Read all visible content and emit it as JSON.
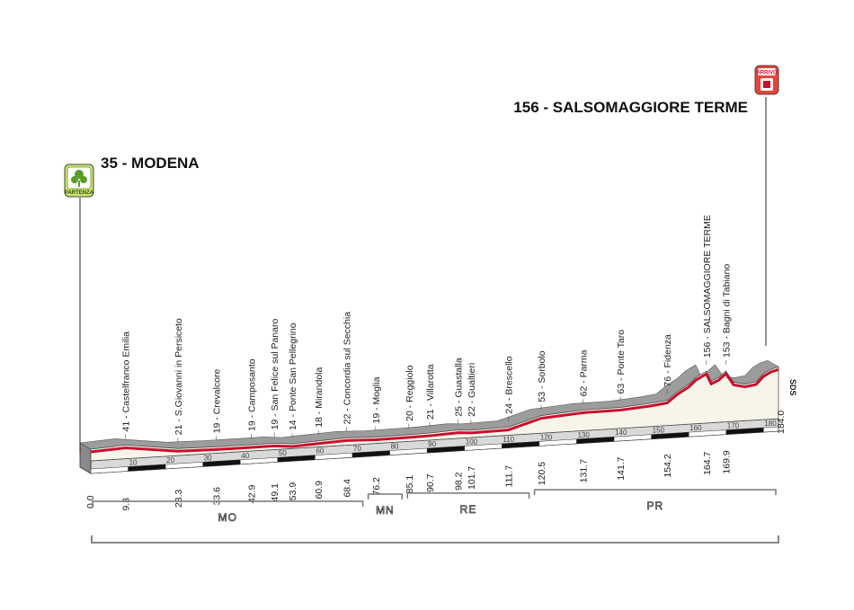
{
  "start": {
    "altitude": "35",
    "name": "MODENA",
    "badge": "PARTENZA"
  },
  "finish": {
    "altitude": "156",
    "name": "SALSOMAGGIORE TERME",
    "badge": "ARRIVO"
  },
  "side_label": "SDS",
  "total_km": 184.0,
  "start_km_label": "0.0",
  "end_km_label": "184.0",
  "distance_ticks": [
    10,
    20,
    30,
    40,
    50,
    60,
    70,
    80,
    90,
    100,
    110,
    120,
    130,
    140,
    150,
    160,
    170,
    180
  ],
  "towns": [
    {
      "label": "41 - Castelfranco Emilia",
      "km": 9.3,
      "km_label": "9.3"
    },
    {
      "label": "21 - S.Giovanni in Persiceto",
      "km": 23.3,
      "km_label": "23.3"
    },
    {
      "label": "19 - Crevalcore",
      "km": 33.6,
      "km_label": "33.6"
    },
    {
      "label": "19 - Camposanto",
      "km": 42.9,
      "km_label": "42.9"
    },
    {
      "label": "19 - San Felice sul Panaro",
      "km": 49.1,
      "km_label": "49.1"
    },
    {
      "label": "14 - Ponte San Pellegrino",
      "km": 53.9,
      "km_label": "53.9"
    },
    {
      "label": "18 - Mirandola",
      "km": 60.9,
      "km_label": "60.9"
    },
    {
      "label": "22 - Concordia sul Secchia",
      "km": 68.4,
      "km_label": "68.4"
    },
    {
      "label": "19 - Moglia",
      "km": 76.2,
      "km_label": "76.2"
    },
    {
      "label": "20 - Reggiolo",
      "km": 85.1,
      "km_label": "85.1"
    },
    {
      "label": "21 - Villarotta",
      "km": 90.7,
      "km_label": "90.7"
    },
    {
      "label": "25 - Guastalla",
      "km": 98.2,
      "km_label": "98.2"
    },
    {
      "label": "22 - Gualtieri",
      "km": 101.7,
      "km_label": "101.7"
    },
    {
      "label": "24 - Brescello",
      "km": 111.7,
      "km_label": "111.7"
    },
    {
      "label": "53 - Sorbolo",
      "km": 120.5,
      "km_label": "120.5"
    },
    {
      "label": "62 - Parma",
      "km": 131.7,
      "km_label": "131.7"
    },
    {
      "label": "63 - Ponte Taro",
      "km": 141.7,
      "km_label": "141.7"
    },
    {
      "label": "76 - Fidenza",
      "km": 154.2,
      "km_label": "154.2"
    },
    {
      "label": "156 - SALSOMAGGIORE TERME",
      "km": 164.7,
      "km_label": "164.7"
    },
    {
      "label": "153 - Bagni di Tabiano",
      "km": 169.9,
      "km_label": "169.9"
    }
  ],
  "provinces": [
    {
      "code": "MO",
      "from_km": 0,
      "to_km": 73.5
    },
    {
      "code": "MN",
      "from_km": 73.5,
      "to_km": 84.0
    },
    {
      "code": "RE",
      "from_km": 84.0,
      "to_km": 118.0
    },
    {
      "code": "PR",
      "from_km": 118.0,
      "to_km": 184.0
    }
  ],
  "elevation_profile": [
    [
      0,
      35
    ],
    [
      9.3,
      41
    ],
    [
      23.3,
      21
    ],
    [
      33.6,
      19
    ],
    [
      42.9,
      19
    ],
    [
      49.1,
      19
    ],
    [
      53.9,
      14
    ],
    [
      60.9,
      18
    ],
    [
      68.4,
      22
    ],
    [
      76.2,
      19
    ],
    [
      85.1,
      20
    ],
    [
      90.7,
      21
    ],
    [
      98.2,
      25
    ],
    [
      101.7,
      22
    ],
    [
      111.7,
      24
    ],
    [
      120.5,
      53
    ],
    [
      131.7,
      62
    ],
    [
      141.7,
      63
    ],
    [
      150,
      70
    ],
    [
      154.2,
      76
    ],
    [
      157,
      100
    ],
    [
      160,
      120
    ],
    [
      162,
      140
    ],
    [
      164.7,
      156
    ],
    [
      166,
      125
    ],
    [
      168,
      135
    ],
    [
      169.9,
      153
    ],
    [
      172,
      118
    ],
    [
      175,
      110
    ],
    [
      178,
      115
    ],
    [
      180,
      138
    ],
    [
      182,
      150
    ],
    [
      184,
      156
    ]
  ]
}
